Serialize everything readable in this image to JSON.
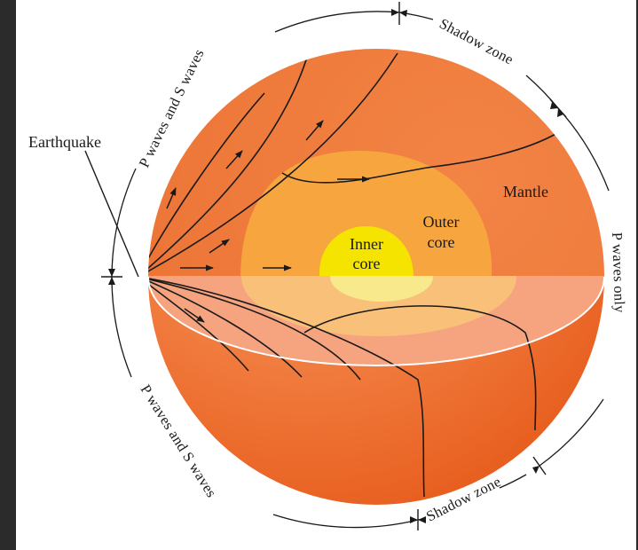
{
  "figure": {
    "labels": {
      "earthquake": "Earthquake",
      "mantle": "Mantle",
      "outer_core_line1": "Outer",
      "outer_core_line2": "core",
      "inner_core_line1": "Inner",
      "inner_core_line2": "core",
      "p_and_s_upper": "P waves and S waves",
      "shadow_upper": "Shadow zone",
      "p_only": "P waves only",
      "p_and_s_lower": "P waves and S waves",
      "shadow_lower": "Shadow zone"
    },
    "colors": {
      "mantle_upper": "#ef7a3a",
      "outer_core": "#f7a640",
      "inner_core": "#f5e400",
      "cut_face": "#f4a07a",
      "cut_outer_core": "#f9c27c",
      "cut_inner_core": "#f8ec8a",
      "lower_shell": "#ec6a22",
      "wave_line": "#1a1a1a"
    }
  }
}
